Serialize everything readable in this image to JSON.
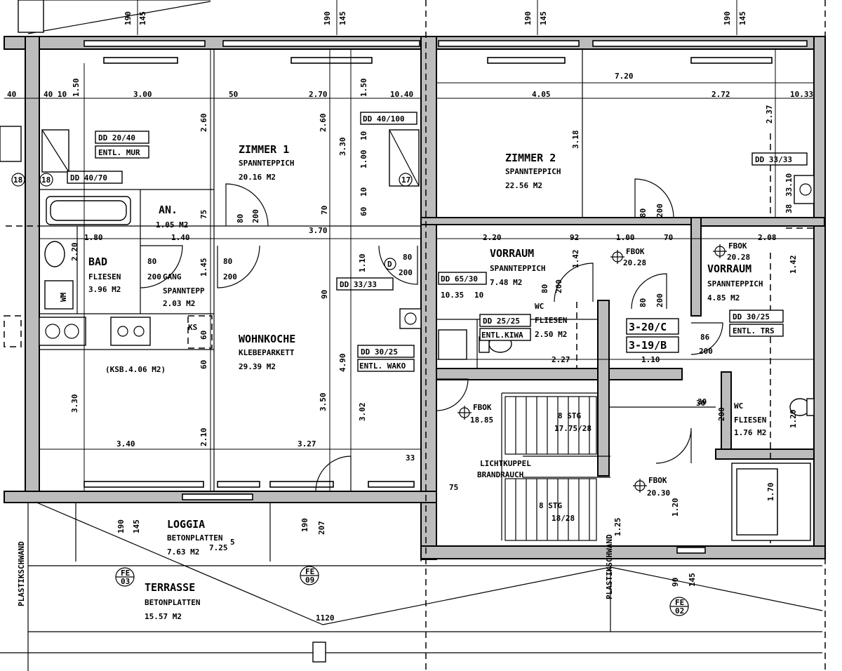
{
  "rooms": [
    {
      "id": "zimmer1",
      "name": "ZIMMER 1",
      "lines": [
        "SPANNTEPPICH",
        "20.16 M2"
      ]
    },
    {
      "id": "zimmer2",
      "name": "ZIMMER 2",
      "lines": [
        "SPANNTEPPICH",
        "22.56 M2"
      ]
    },
    {
      "id": "wohnkoche",
      "name": "WOHNKOCHE",
      "lines": [
        "KLEBEPARKETT",
        "29.39 M2"
      ]
    },
    {
      "id": "bad",
      "name": "BAD",
      "lines": [
        "FLIESEN",
        "3.96 M2"
      ]
    },
    {
      "id": "gang",
      "name": "GANG",
      "lines": [
        "SPANNTEPP",
        "2.03 M2"
      ]
    },
    {
      "id": "an",
      "name": "AN.",
      "lines": [
        "1.05 M2"
      ]
    },
    {
      "id": "ksb",
      "name": "(KSB.4.06 M2)",
      "lines": []
    },
    {
      "id": "vorraum1",
      "name": "VORRAUM",
      "lines": [
        "SPANNTEPPICH",
        "7.48 M2"
      ]
    },
    {
      "id": "vorraum2",
      "name": "VORRAUM",
      "lines": [
        "SPANNTEPPICH",
        "4.85 M2"
      ]
    },
    {
      "id": "wc1",
      "name": "WC",
      "lines": [
        "FLIESEN",
        "2.50 M2"
      ]
    },
    {
      "id": "wc2",
      "name": "WC",
      "lines": [
        "FLIESEN",
        "1.76 M2"
      ]
    },
    {
      "id": "loggia",
      "name": "LOGGIA",
      "lines": [
        "BETONPLATTEN",
        "7.63 M2"
      ]
    },
    {
      "id": "terrasse",
      "name": "TERRASSE",
      "lines": [
        "BETONPLATTEN",
        "15.57 M2"
      ]
    }
  ],
  "fbok_markers": [
    {
      "label": "FBOK",
      "value": "20.28"
    },
    {
      "label": "FBOK",
      "value": "20.28"
    },
    {
      "label": "FBOK",
      "value": "18.85"
    },
    {
      "label": "FBOK",
      "value": "20.30"
    }
  ],
  "boxes": {
    "dd_20_40": "DD 20/40",
    "entl_mur": "ENTL. MUR",
    "dd_40_70": "DD 40/70",
    "dd_40_100": "DD 40/100",
    "dd_33_33_a": "DD 33/33",
    "dd_33_33_b": "DD 33/33",
    "dd_65_30": "DD 65/30",
    "dd_25_25": "DD 25/25",
    "entl_kiwa": "ENTL.KIWA",
    "dd_30_25_a": "DD 30/25",
    "entl_wako": "ENTL. WAKO",
    "dd_30_25_b": "DD 30/25",
    "entl_trs": "ENTL. TRS",
    "stair_c": "3-20/C",
    "stair_b": "3-19/B"
  },
  "stairs": [
    "8 STG",
    "17.75/28",
    "8 STG",
    "18/28"
  ],
  "lichtkuppel": [
    "LICHTKUPPEL",
    "BRANDRAUCH"
  ],
  "section_markers": [
    {
      "top": "FE",
      "bottom": "03"
    },
    {
      "top": "FE",
      "bottom": "09"
    },
    {
      "top": "FE",
      "bottom": "02"
    }
  ],
  "small_marks": {
    "circle_18a": "18",
    "circle_18b": "18",
    "circle_17": "17",
    "circle_d": "D",
    "plastik": "PLASTIKSCHWAND",
    "elev_725": "7.25",
    "elev_sup": "5",
    "wm": "WM",
    "ks": "KS",
    "v200": "200",
    "label_1120": "1120"
  },
  "dims_top": [
    "190",
    "145",
    "190",
    "145",
    "190",
    "145",
    "190",
    "145"
  ],
  "dims": [
    {
      "id": "d1",
      "t": "40"
    },
    {
      "id": "d2",
      "t": "40 10"
    },
    {
      "id": "d3",
      "t": "1.50"
    },
    {
      "id": "d4",
      "t": "3.00"
    },
    {
      "id": "d5",
      "t": "50"
    },
    {
      "id": "d6",
      "t": "2.70"
    },
    {
      "id": "d7",
      "t": "1.50"
    },
    {
      "id": "d8",
      "t": "10.40"
    },
    {
      "id": "d9",
      "t": "4.05"
    },
    {
      "id": "d10",
      "t": "7.20"
    },
    {
      "id": "d11",
      "t": "2.72"
    },
    {
      "id": "d12",
      "t": "10.33"
    },
    {
      "id": "d13",
      "t": "2.60"
    },
    {
      "id": "d14",
      "t": "2.60"
    },
    {
      "id": "d15",
      "t": "3.30"
    },
    {
      "id": "d16",
      "t": "3.18"
    },
    {
      "id": "d17",
      "t": "2.37"
    },
    {
      "id": "d18",
      "t": "1.00"
    },
    {
      "id": "d19",
      "t": "10"
    },
    {
      "id": "d20",
      "t": "10"
    },
    {
      "id": "d21",
      "t": "60"
    },
    {
      "id": "d22",
      "t": "70"
    },
    {
      "id": "d23",
      "t": "1.80"
    },
    {
      "id": "d24",
      "t": "1.40"
    },
    {
      "id": "d25",
      "t": "3.70"
    },
    {
      "id": "d26",
      "t": "2.20"
    },
    {
      "id": "d27",
      "t": "92"
    },
    {
      "id": "d28",
      "t": "1.00"
    },
    {
      "id": "d29",
      "t": "70"
    },
    {
      "id": "d30",
      "t": "2.08"
    },
    {
      "id": "d31",
      "t": "1.42"
    },
    {
      "id": "d32",
      "t": "1.42"
    },
    {
      "id": "d33",
      "t": "3.30"
    },
    {
      "id": "d34",
      "t": "3.27"
    },
    {
      "id": "d35",
      "t": "3.40"
    },
    {
      "id": "d36",
      "t": "2.10"
    },
    {
      "id": "d37",
      "t": "3.50"
    },
    {
      "id": "d38",
      "t": "4.90"
    },
    {
      "id": "d39",
      "t": "3.02"
    },
    {
      "id": "d40",
      "t": "33"
    },
    {
      "id": "d41",
      "t": "75"
    },
    {
      "id": "d42",
      "t": "1.45"
    },
    {
      "id": "d43",
      "t": "90"
    },
    {
      "id": "d44",
      "t": "1.10"
    },
    {
      "id": "d45",
      "t": "2.27"
    },
    {
      "id": "d46",
      "t": "1.10"
    },
    {
      "id": "d47",
      "t": "75"
    },
    {
      "id": "d48",
      "t": "1.20"
    },
    {
      "id": "d49",
      "t": "2.20"
    },
    {
      "id": "d50",
      "t": "33.10"
    },
    {
      "id": "d51",
      "t": "38"
    },
    {
      "id": "d52",
      "t": "30"
    },
    {
      "id": "d53",
      "t": "1.20"
    },
    {
      "id": "d54",
      "t": "1.70"
    },
    {
      "id": "d55",
      "t": "90"
    },
    {
      "id": "d56",
      "t": "145"
    },
    {
      "id": "d57",
      "t": "190"
    },
    {
      "id": "d58",
      "t": "145"
    },
    {
      "id": "d59",
      "t": "190"
    },
    {
      "id": "d60",
      "t": "207"
    },
    {
      "id": "d61",
      "t": "1.25"
    },
    {
      "id": "d62",
      "t": "30"
    },
    {
      "id": "d63",
      "t": "10.35"
    },
    {
      "id": "d64",
      "t": "10"
    },
    {
      "id": "d65",
      "t": "60"
    },
    {
      "id": "d66",
      "t": "60"
    }
  ],
  "doors": [
    {
      "id": "door1",
      "w": "80",
      "h": "200"
    },
    {
      "id": "door2",
      "w": "80",
      "h": "200"
    },
    {
      "id": "door3",
      "w": "80",
      "h": "200"
    },
    {
      "id": "door4",
      "w": "80",
      "h": "200"
    },
    {
      "id": "door5",
      "w": "80",
      "h": "200"
    },
    {
      "id": "door6",
      "w": "80",
      "h": "200"
    },
    {
      "id": "door7",
      "w": "86",
      "h": "200"
    },
    {
      "id": "door8",
      "w": "80",
      "h": "200"
    }
  ]
}
